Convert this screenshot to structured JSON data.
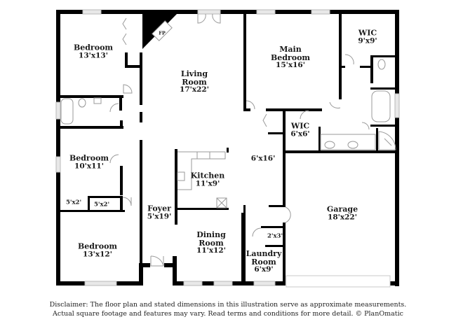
{
  "plan": {
    "type": "floor plan",
    "colors": {
      "wall": "#000000",
      "fixture": "#9a9a9a",
      "window": "#d6d6d6",
      "background": "#ffffff"
    },
    "rooms": [
      {
        "id": "bedroom-nw",
        "name": "Bedroom",
        "dims": "13'x13'"
      },
      {
        "id": "living-room",
        "name": "Living Room",
        "name_lines": [
          "Living",
          "Room"
        ],
        "dims": "17'x22'"
      },
      {
        "id": "main-bedroom",
        "name": "Main Bedroom",
        "name_lines": [
          "Main",
          "Bedroom"
        ],
        "dims": "15'x16'"
      },
      {
        "id": "wic-large",
        "name": "WIC",
        "dims": "9'x9'"
      },
      {
        "id": "wic-small",
        "name": "WIC",
        "dims": "6'x6'"
      },
      {
        "id": "bedroom-w",
        "name": "Bedroom",
        "dims": "10'x11'"
      },
      {
        "id": "closet-a",
        "name": "",
        "dims": "5'x2'"
      },
      {
        "id": "closet-b",
        "name": "",
        "dims": "5'x2'"
      },
      {
        "id": "kitchen",
        "name": "Kitchen",
        "dims": "11'x9'"
      },
      {
        "id": "hall",
        "name": "",
        "dims": "6'x16'"
      },
      {
        "id": "foyer",
        "name": "Foyer",
        "dims": "5'x19'"
      },
      {
        "id": "bedroom-sw",
        "name": "Bedroom",
        "dims": "13'x12'"
      },
      {
        "id": "dining-room",
        "name": "Dining Room",
        "name_lines": [
          "Dining",
          "Room"
        ],
        "dims": "11'x12'"
      },
      {
        "id": "laundry-room",
        "name": "Laundry Room",
        "name_lines": [
          "Laundry",
          "Room"
        ],
        "dims": "6'x9'"
      },
      {
        "id": "closet-laundry",
        "name": "",
        "dims": "2'x3'"
      },
      {
        "id": "garage",
        "name": "Garage",
        "dims": "18'x22'"
      }
    ],
    "fireplace_label": "FP"
  },
  "disclaimer": {
    "line1": "Disclaimer: The floor plan and stated dimensions in this illustration serve as approximate measurements.",
    "line2": "Actual square footage and features may vary. Read terms and conditions for more detail. © PlanOmatic"
  }
}
